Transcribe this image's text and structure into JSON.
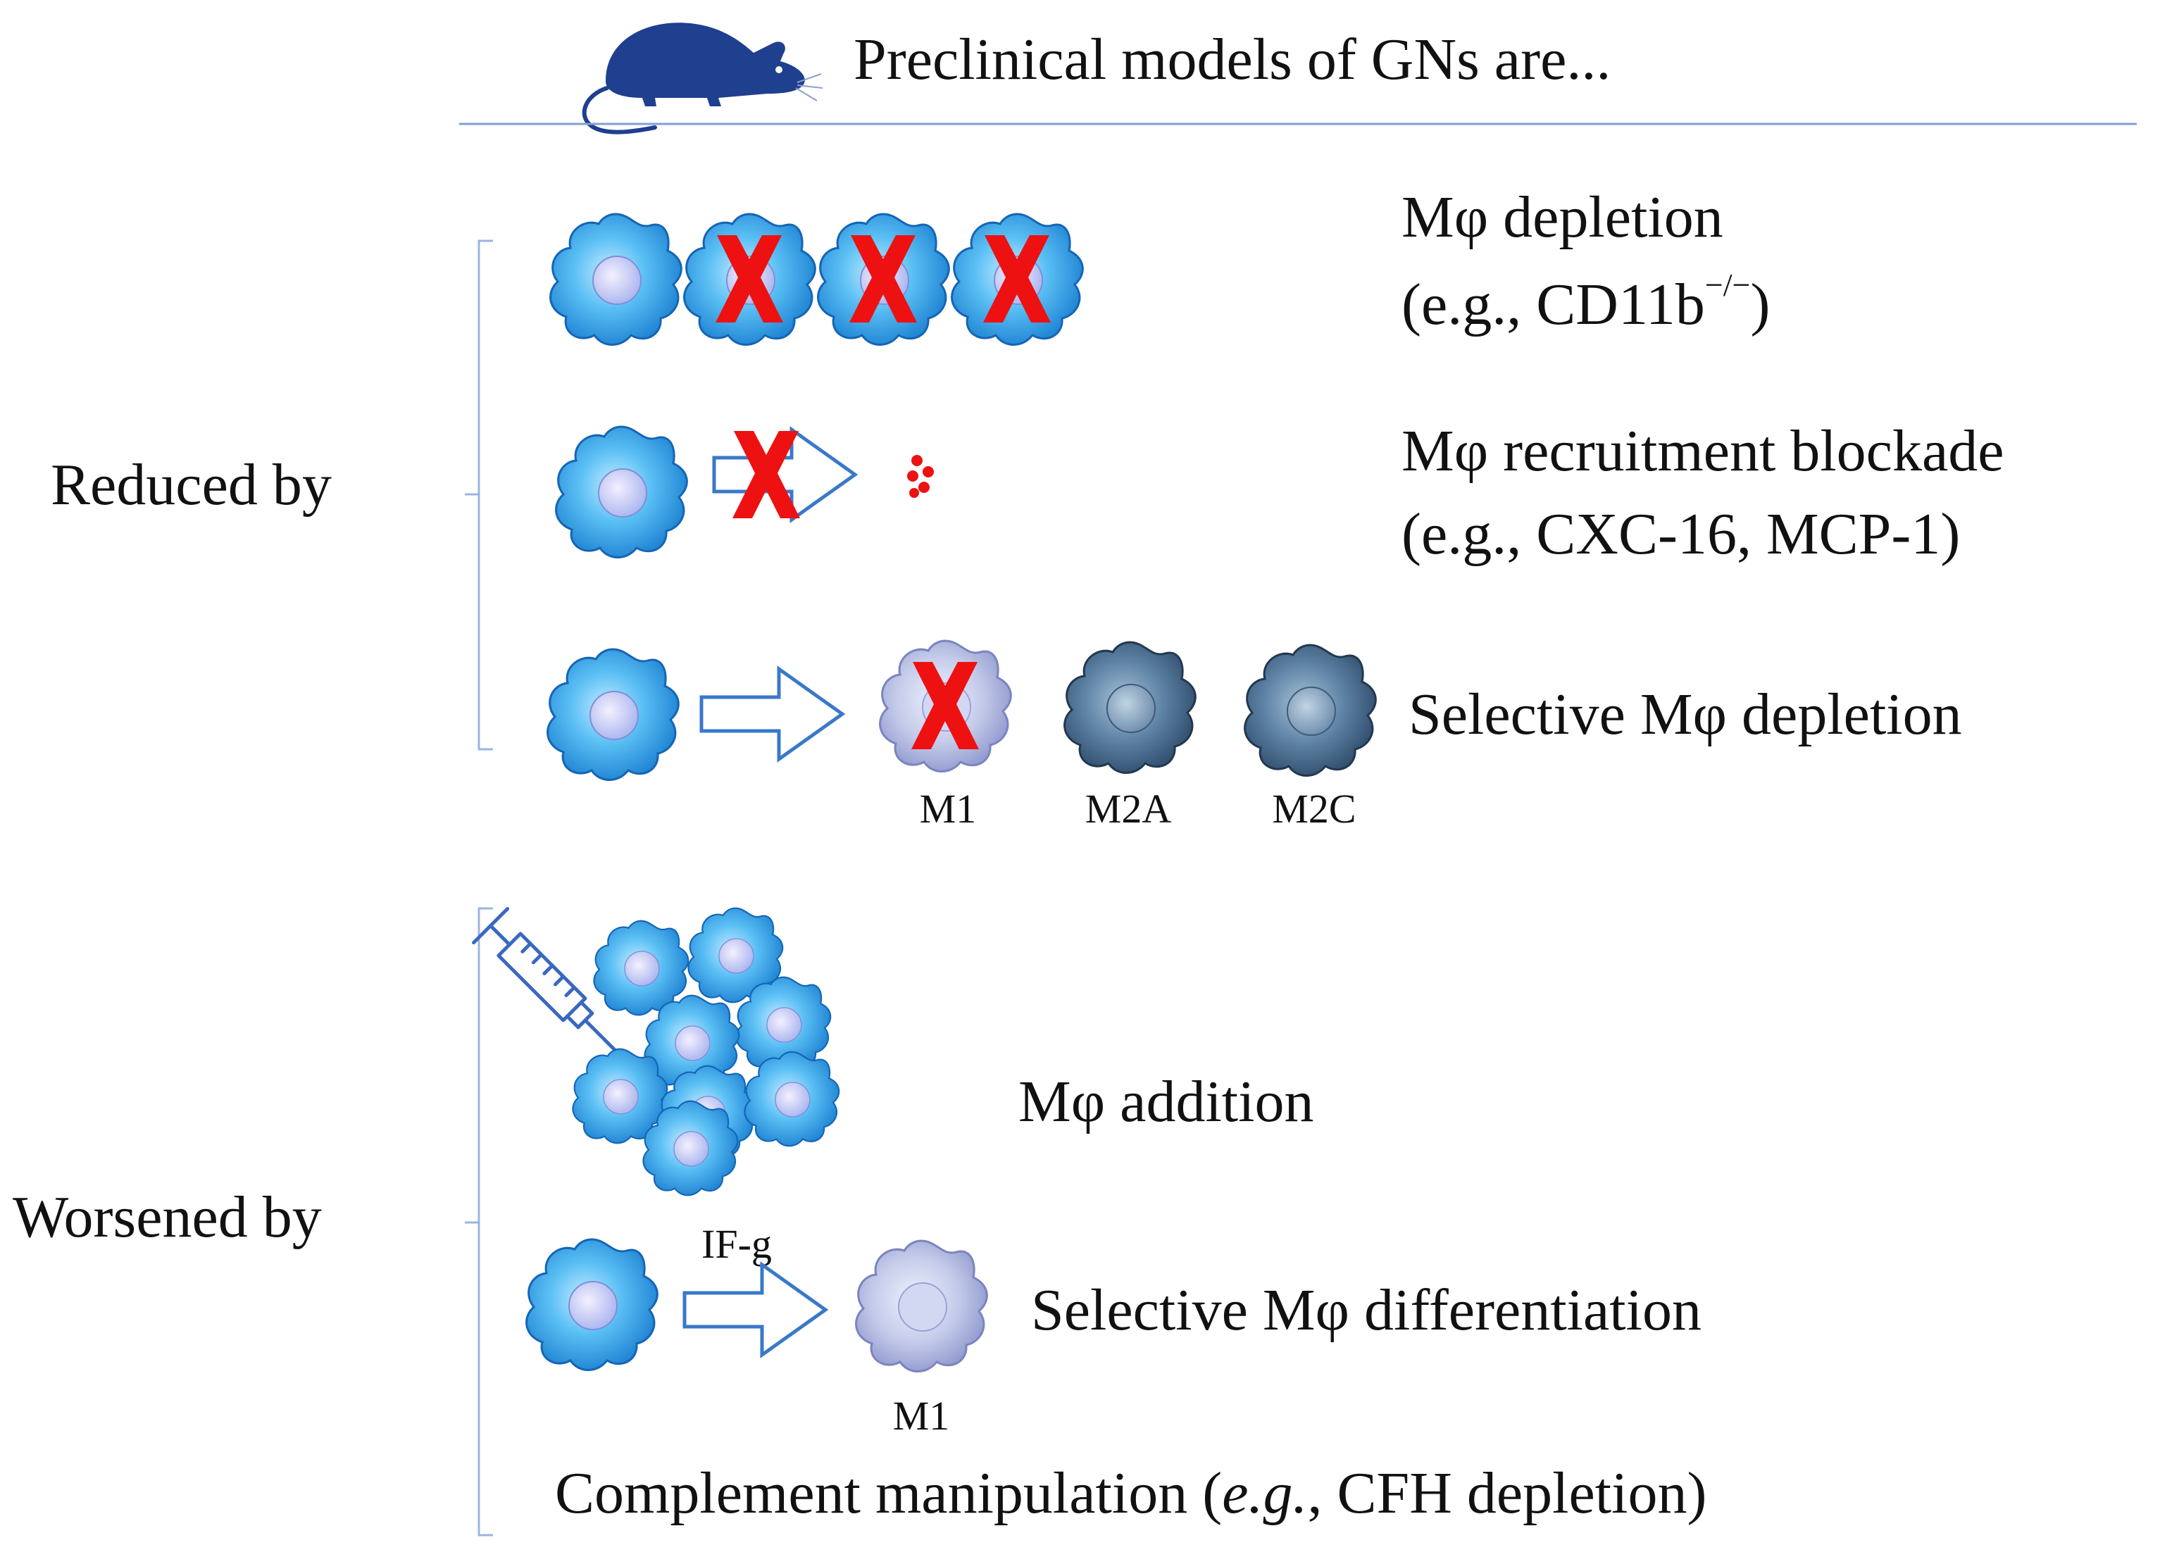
{
  "header": {
    "title": "Preclinical models of GNs are...",
    "mouse_icon": "mouse-icon"
  },
  "colors": {
    "mouse": "#1f3f8f",
    "rule": "#7f9fd4",
    "bracket": "#9bb5e0",
    "cell_light": "#3aa3e8",
    "cell_m1": "#8f98d0",
    "cell_dark": "#3a5a80",
    "x_mark": "#ee1111",
    "arrow": "#3a78c9"
  },
  "groups": {
    "reduced": {
      "label": "Reduced by",
      "items": [
        {
          "text": "Mφ depletion",
          "subtext_prefix": "(e.g., CD11b",
          "subtext_sup": "−/−",
          "subtext_suffix": ")"
        },
        {
          "text": "Mφ recruitment blockade",
          "subtext": "(e.g., CXC-16, MCP-1)"
        },
        {
          "text": "Selective Mφ depletion",
          "cell_labels": [
            "M1",
            "M2A",
            "M2C"
          ]
        }
      ]
    },
    "worsened": {
      "label": "Worsened by",
      "items": [
        {
          "text": "Mφ addition",
          "syringe_icon": "syringe-icon"
        },
        {
          "text": "Selective Mφ differentiation",
          "arrow_label": "IF-g",
          "cell_label": "M1"
        },
        {
          "text_prefix": "Complement manipulation (",
          "text_italic": "e.g.",
          "text_suffix": ", CFH depletion)"
        }
      ]
    }
  }
}
